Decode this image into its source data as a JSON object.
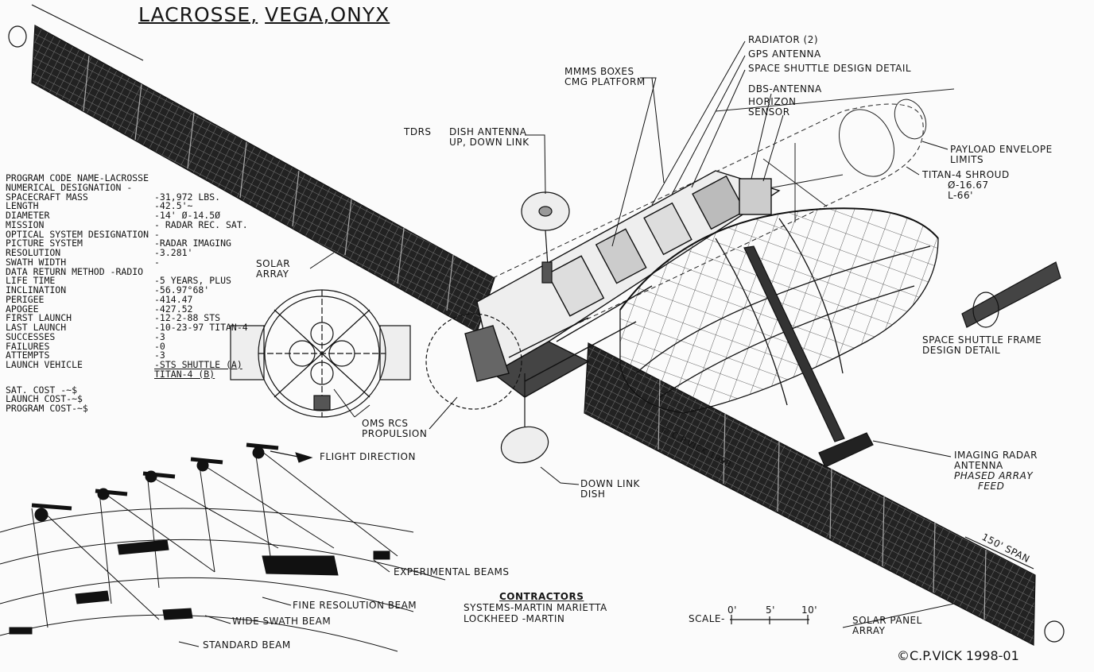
{
  "title": {
    "part1": "LACROSSE,",
    "part2": "VEGA,",
    "part3": "ONYX"
  },
  "specs": [
    {
      "label": "PROGRAM CODE NAME-LACROSSE",
      "value": ""
    },
    {
      "label": "NUMERICAL DESIGNATION -",
      "value": ""
    },
    {
      "label": "SPACECRAFT MASS",
      "value": "-31,972 LBS."
    },
    {
      "label": "LENGTH",
      "value": "-42.5'~"
    },
    {
      "label": "DIAMETER",
      "value": "-14' Ø-14.5Ø"
    },
    {
      "label": "MISSION",
      "value": "- RADAR REC. SAT."
    },
    {
      "label": "OPTICAL SYSTEM DESIGNATION -",
      "value": ""
    },
    {
      "label": "PICTURE SYSTEM",
      "value": "-RADAR IMAGING"
    },
    {
      "label": "RESOLUTION",
      "value": "-3.281'"
    },
    {
      "label": "SWATH WIDTH",
      "value": "-"
    },
    {
      "label": "DATA RETURN METHOD -RADIO",
      "value": ""
    },
    {
      "label": "LIFE TIME",
      "value": "-5 YEARS, PLUS"
    },
    {
      "label": "INCLINATION",
      "value": "-56.97°68'"
    },
    {
      "label": "PERIGEE",
      "value": "-414.47"
    },
    {
      "label": "APOGEE",
      "value": "-427.52"
    },
    {
      "label": "FIRST LAUNCH",
      "value": "-12-2-88 STS"
    },
    {
      "label": "LAST LAUNCH",
      "value": "-10-23-97 TITAN-4"
    },
    {
      "label": "SUCCESSES",
      "value": "-3"
    },
    {
      "label": "FAILURES",
      "value": "-0"
    },
    {
      "label": "ATTEMPTS",
      "value": "-3"
    },
    {
      "label": "LAUNCH VEHICLE",
      "value": "-STS SHUTTLE (A)"
    },
    {
      "label": "",
      "value": "TITAN-4 (B)"
    }
  ],
  "costs": [
    "SAT. COST  -~$",
    "LAUNCH COST-~$",
    "PROGRAM COST-~$"
  ],
  "labels": {
    "radiator": "RADIATOR (2)",
    "gps_antenna": "GPS ANTENNA",
    "shuttle_design_detail": "SPACE SHUTTLE DESIGN DETAIL",
    "dbs_antenna": "DBS-ANTENNA",
    "horizon_sensor_1": "HORIZON",
    "horizon_sensor_2": "SENSOR",
    "mmms_1": "MMMS BOXES",
    "mmms_2": "CMG PLATFORM",
    "tdrs": "TDRS",
    "dish_1": "DISH ANTENNA",
    "dish_2": "UP, DOWN LINK",
    "payload_1": "PAYLOAD ENVELOPE",
    "payload_2": "LIMITS",
    "titan_1": "TITAN-4 SHROUD",
    "titan_2": "Ø-16.67",
    "titan_3": "L-66'",
    "solar_1": "SOLAR",
    "solar_2": "ARRAY",
    "frame_1": "SPACE SHUTTLE FRAME",
    "frame_2": "DESIGN DETAIL",
    "oms_1": "OMS RCS",
    "oms_2": "PROPULSION",
    "flight_direction": "FLIGHT DIRECTION",
    "downlink_1": "DOWN LINK",
    "downlink_2": "DISH",
    "imaging_1": "IMAGING RADAR",
    "imaging_2": "ANTENNA",
    "imaging_3": "PHASED ARRAY",
    "imaging_4": "FEED",
    "span": "150' SPAN",
    "experimental": "EXPERIMENTAL BEAMS",
    "fine": "FINE RESOLUTION BEAM",
    "wide": "WIDE SWATH BEAM",
    "standard": "STANDARD BEAM",
    "solar_panel_1": "SOLAR PANEL",
    "solar_panel_2": "ARRAY",
    "signature": "© C.P.VICK 1998"
  },
  "contractors": {
    "heading": "CONTRACTORS",
    "line1": "SYSTEMS-MARTIN MARIETTA",
    "line2": "LOCKHEED -MARTIN"
  },
  "scale": {
    "label": "SCALE-",
    "t0": "0'",
    "t1": "5'",
    "t2": "10'"
  },
  "copyright": "©C.P.VICK 1998-01"
}
